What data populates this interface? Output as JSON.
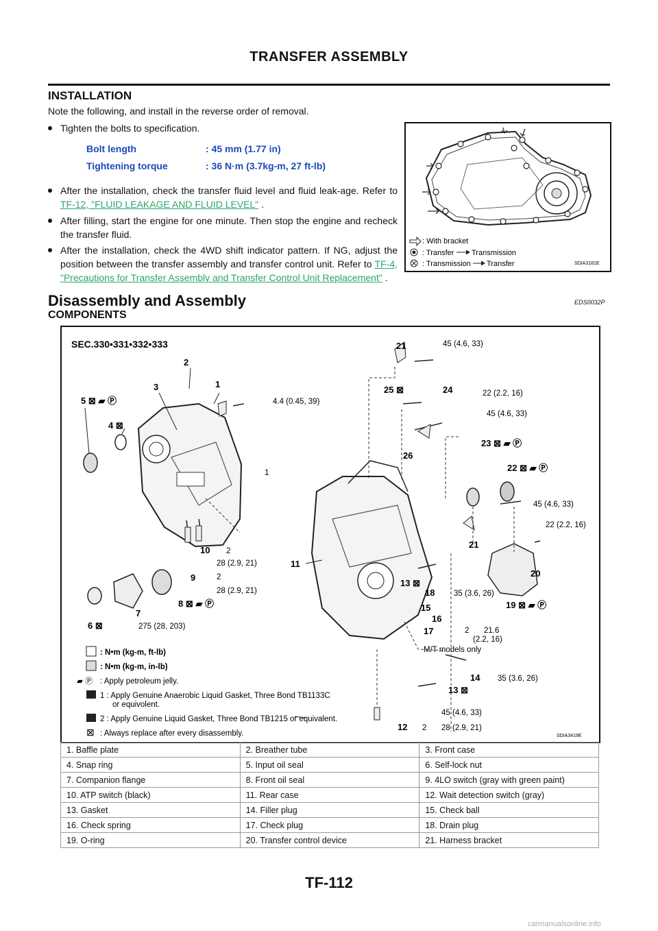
{
  "header": {
    "title": "TRANSFER ASSEMBLY"
  },
  "installation": {
    "title": "INSTALLATION",
    "intro": "Note the following, and install in the reverse order of removal.",
    "bullet1": "Tighten the bolts to specification.",
    "spec_bolt_label": "Bolt length",
    "spec_bolt_value": ": 45 mm (1.77 in)",
    "spec_torque_label": "Tightening torque",
    "spec_torque_value": ": 36 N·m (3.7kg-m, 27 ft-lb)",
    "bullet2_text": "After the installation, check the transfer fluid level and fluid leak-age. Refer to",
    "bullet2_link": "TF-12, \"FLUID LEAKAGE AND FLUID LEVEL\"",
    "bullet3": "After filling, start the engine for one minute. Then stop the engine and recheck the transfer fluid.",
    "bullet4_text": "After the installation, check the 4WD shift indicator pattern. If NG, adjust the position between the transfer assembly and transfer control unit. Refer to",
    "bullet4_link": "TF-4, \"Precautions for Transfer Assembly and Transfer Control Unit Replacement\""
  },
  "figure1": {
    "legend1": ": With bracket",
    "legend2_a": ": Transfer",
    "legend2_b": "Transmission",
    "legend3_a": ": Transmission",
    "legend3_b": "Transfer",
    "code": "SDIA3181E"
  },
  "disassembly": {
    "title": "Disassembly and Assembly",
    "code": "EDS0032P",
    "subtitle": "COMPONENTS"
  },
  "figure2": {
    "sec": "SEC.330•331•332•333",
    "code": "SDIA3419E",
    "torques": {
      "t21": "45 (4.6, 33)",
      "t1": "4.4 (0.45, 39)",
      "t24": "22 (2.2, 16)",
      "t26": "45 (4.6, 33)",
      "t_sealant1": "1",
      "t_r1": "45 (4.6, 33)",
      "t_r2": "22 (2.2, 16)",
      "t10a": "2",
      "t10b": "28 (2.9, 21)",
      "t9a": "2",
      "t9b": "28 (2.9, 21)",
      "t18": "35 (3.6, 26)",
      "t17a": "2",
      "t17b": "21.6",
      "t17c": "(2.2, 16)",
      "mt": "M/T models only",
      "t6": "275 (28, 203)",
      "t14": "35 (3.6, 26)",
      "t13": "45 (4.6, 33)",
      "t12a": "2",
      "t12b": "28 (2.9, 21)"
    },
    "legend": {
      "l1": ": N•m (kg-m, ft-lb)",
      "l2": ": N•m (kg-m, in-lb)",
      "l3": ": Apply petroleum jelly.",
      "l4a": "1 : Apply Genuine Anaerobic Liquid Gasket, Three Bond TB1133C",
      "l4b": "or equivolent.",
      "l5": "2 : Apply Genuine Liquid Gasket, Three Bond TB1215 or equivalent.",
      "l6": ": Always replace after every disassembly."
    }
  },
  "parts": [
    [
      "1.  Baffle plate",
      "2.  Breather tube",
      "3.  Front case"
    ],
    [
      "4.  Snap ring",
      "5.  Input oil seal",
      "6.  Self-lock nut"
    ],
    [
      "7.  Companion flange",
      "8.  Front oil seal",
      "9.  4LO switch (gray with green paint)"
    ],
    [
      "10.  ATP switch (black)",
      "11.  Rear case",
      "12.  Wait detection switch (gray)"
    ],
    [
      "13.  Gasket",
      "14.  Filler plug",
      "15.  Check ball"
    ],
    [
      "16.  Check spring",
      "17.  Check plug",
      "18.  Drain plug"
    ],
    [
      "19.  O-ring",
      "20.  Transfer control device",
      "21.  Harness bracket"
    ]
  ],
  "footer": {
    "page": "TF-112",
    "url": "carmanualsonline.info"
  }
}
